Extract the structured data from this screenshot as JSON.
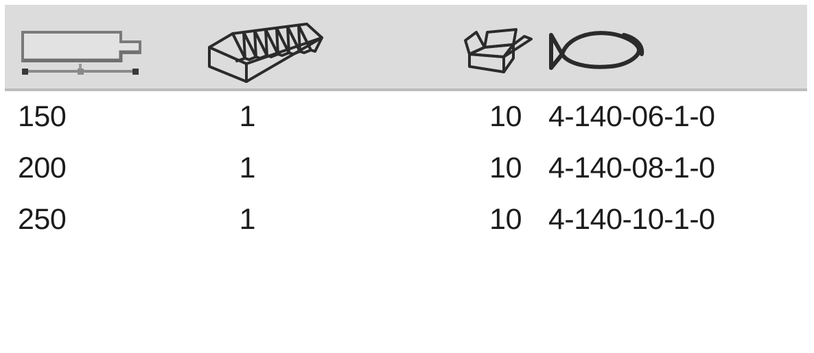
{
  "table": {
    "columns": [
      {
        "key": "length",
        "icon": "file-length-dimension-icon",
        "title": "Length"
      },
      {
        "key": "cut",
        "icon": "file-cut-grade-icon",
        "title": "Cut"
      },
      {
        "key": "package",
        "icon": "packaging-unit-box-icon",
        "title": "Packaging unit"
      },
      {
        "key": "article",
        "icon": "article-number-fish-icon",
        "title": "Article number"
      }
    ],
    "rows": [
      {
        "length": "150",
        "cut": "1",
        "package": "10",
        "article": "4-140-06-1-0"
      },
      {
        "length": "200",
        "cut": "1",
        "package": "10",
        "article": "4-140-08-1-0"
      },
      {
        "length": "250",
        "cut": "1",
        "package": "10",
        "article": "4-140-10-1-0"
      }
    ]
  },
  "colors": {
    "header_band": "#dcdcdc",
    "header_border": "#bcbcbc",
    "icon_stroke": "#2b2b2b",
    "icon_stroke_muted": "#7a7a7a",
    "text": "#1c1c1c",
    "background": "#ffffff"
  }
}
